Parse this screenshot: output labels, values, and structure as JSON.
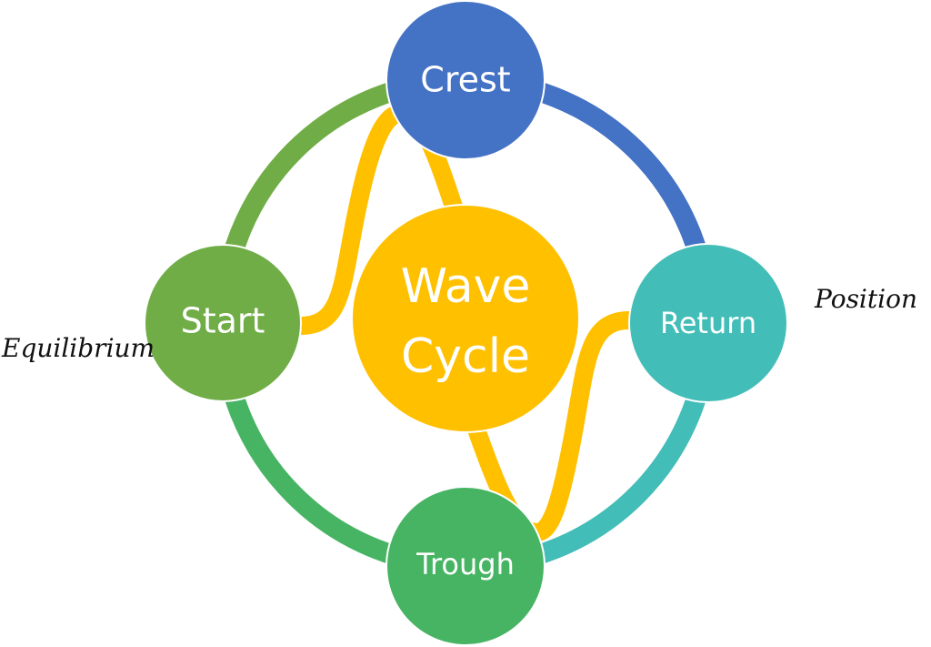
{
  "center": {
    "line1": "Wave",
    "line2": "Cycle",
    "color": "#FFC000"
  },
  "nodes": {
    "crest": {
      "label": "Crest",
      "color": "#4472C4"
    },
    "start": {
      "label": "Start",
      "color": "#70AD47"
    },
    "return": {
      "label": "Return",
      "color": "#43BDB8"
    },
    "trough": {
      "label": "Trough",
      "color": "#47B463"
    }
  },
  "axis": {
    "left_label": "Equilibrium",
    "right_label": "Position",
    "left_color": "#FF4438",
    "right_color": "#FF8A4C"
  },
  "ring_colors": {
    "top_left": "#70AD47",
    "top_right": "#4472C4",
    "bottom_right": "#43BDB8",
    "bottom_left": "#47B463"
  },
  "wave_color": "#FFC000"
}
